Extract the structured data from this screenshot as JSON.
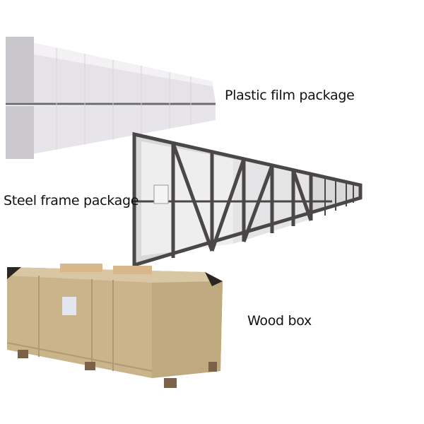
{
  "labels": {
    "plastic": "Plastic film package",
    "steel": "Steel frame package",
    "wood": "Wood box"
  },
  "colors": {
    "background": "#ffffff",
    "plastic_film": "#e9e6ea",
    "steel_frame": "#4a4746",
    "wood": "#c9b48c"
  }
}
